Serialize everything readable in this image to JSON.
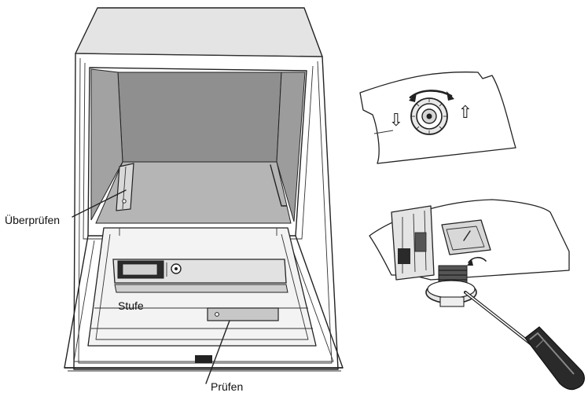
{
  "labels": {
    "check_upper": "Überprüfen",
    "level": "Stufe",
    "check_lower": "Prüfen"
  },
  "icons": {
    "arrow_down": "⇩",
    "arrow_up": "⇧"
  },
  "colors": {
    "line": "#222222",
    "cavity": "#8f8f8f",
    "cavity_floor": "#b5b5b5",
    "panel": "#e2e2e2",
    "dark": "#2a2a2a"
  }
}
